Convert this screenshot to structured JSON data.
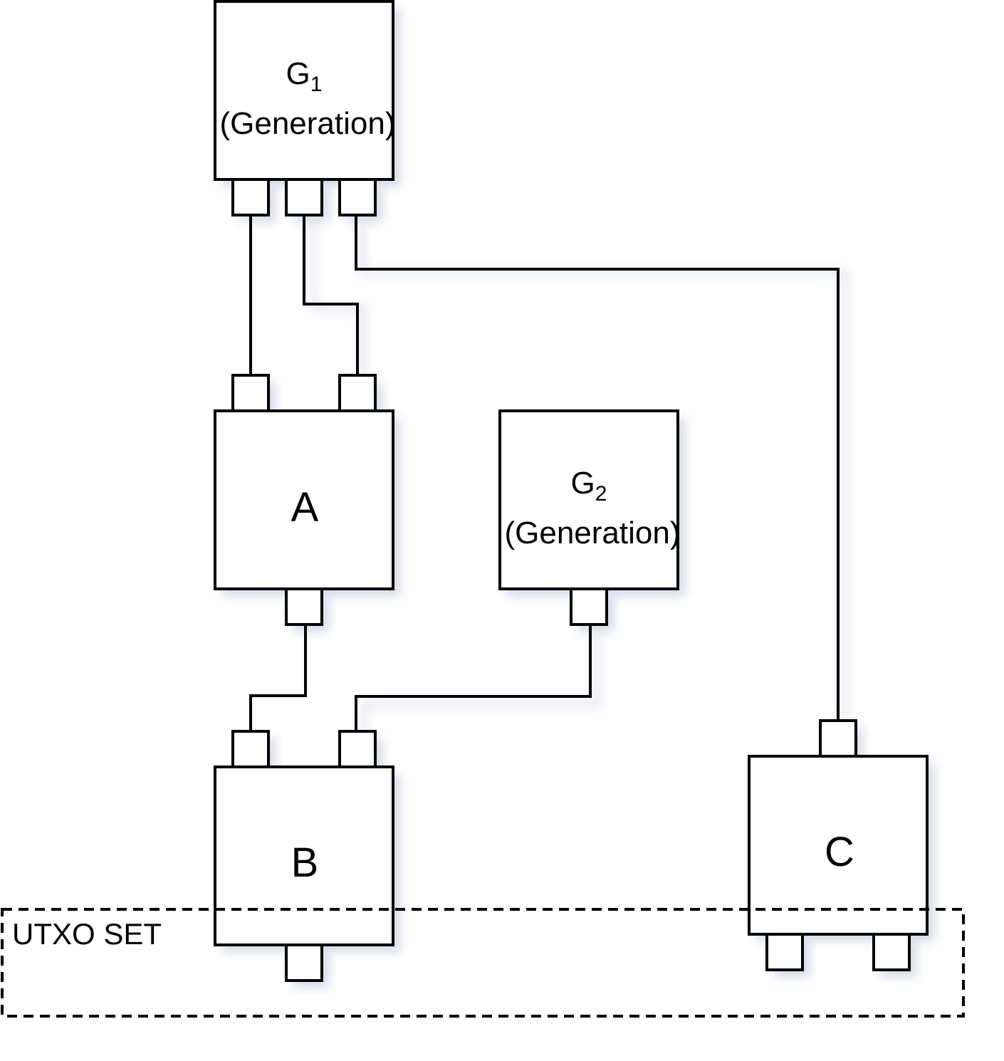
{
  "nodes": {
    "g1": {
      "symbol": "G",
      "subscript": "1",
      "caption": "(Generation)"
    },
    "g2": {
      "symbol": "G",
      "subscript": "2",
      "caption": "(Generation)"
    },
    "a": {
      "label": "A"
    },
    "b": {
      "label": "B"
    },
    "c": {
      "label": "C"
    }
  },
  "utxo_set": {
    "label": "UTXO SET"
  },
  "colors": {
    "line": "#000000",
    "box_fill": "#ffffff",
    "shadow": "#c9cfe2"
  }
}
